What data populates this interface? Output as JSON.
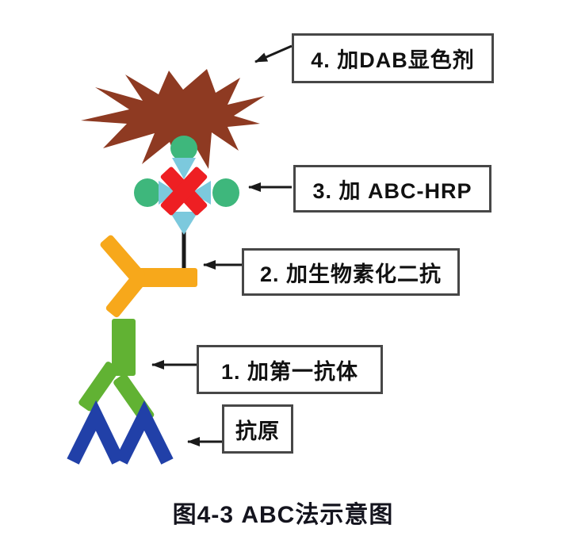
{
  "figure": {
    "caption": "图4-3 ABC法示意图",
    "labels": {
      "step4": "4. 加DAB显色剂",
      "step3": "3. 加 ABC-HRP",
      "step2": "2. 加生物素化二抗",
      "step1": "1. 加第一抗体",
      "antigen": "抗原"
    },
    "colors": {
      "dab_product": "#8e3a22",
      "hrp_enzyme": "#3eb77c",
      "avidin_cross": "#ee1f23",
      "biotin": "#7cc9dd",
      "secondary_antibody": "#f7a81b",
      "primary_antibody": "#61b233",
      "antigen": "#2140a8",
      "arrow": "#1a1a1a",
      "box_border": "#474747"
    }
  }
}
